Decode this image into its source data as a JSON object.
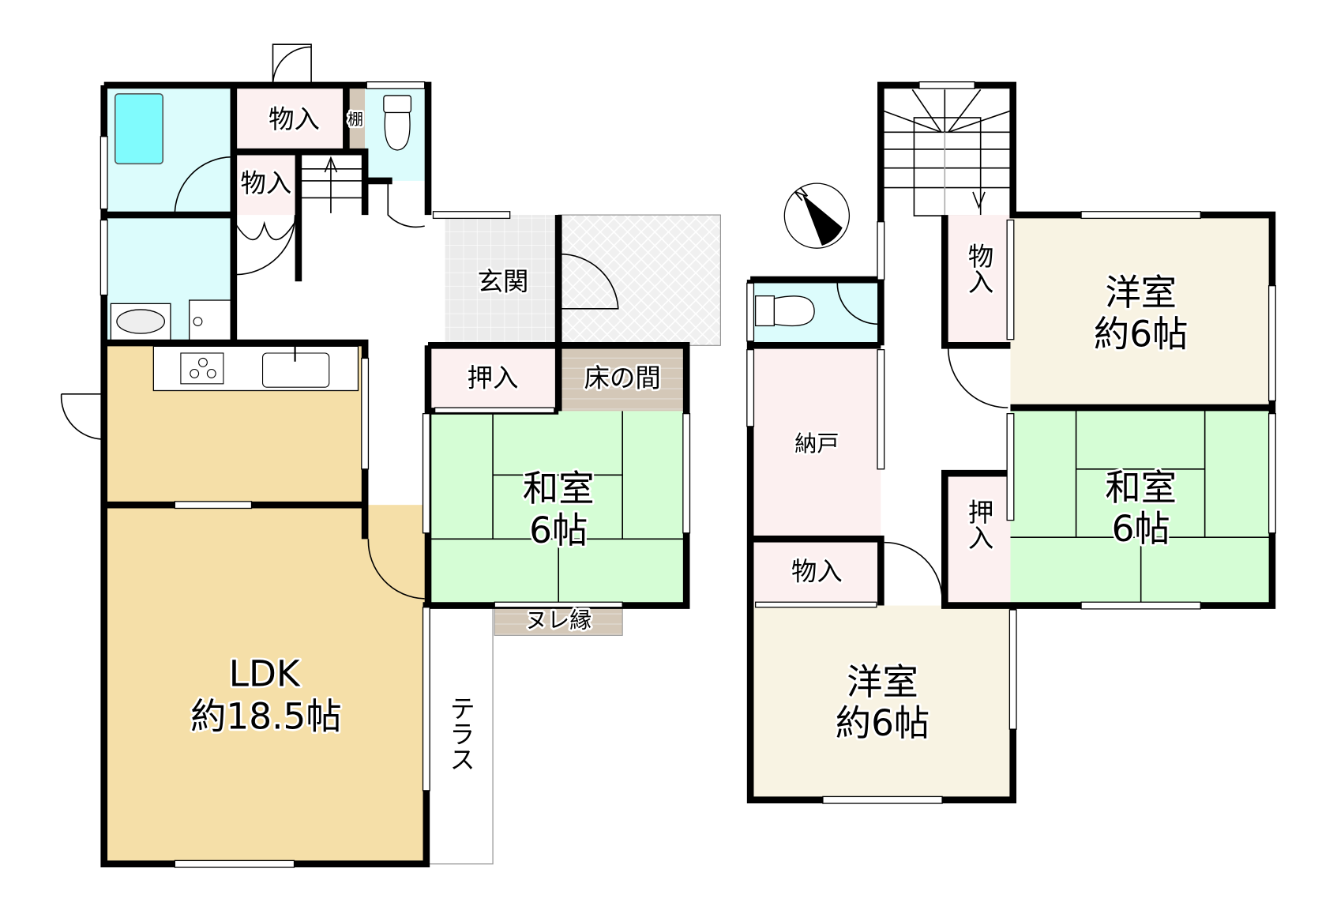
{
  "floor1": {
    "storage_top": "物入",
    "shelf": "棚",
    "storage_mid": "物入",
    "entrance": "玄関",
    "closet": "押入",
    "tokonoma": "床の間",
    "washitsu_name": "和室",
    "washitsu_size": "6帖",
    "veranda": "ヌレ縁",
    "ldk_name": "LDK",
    "ldk_size": "約18.5帖",
    "terrace": "テラス"
  },
  "floor2": {
    "storage_right": "物入",
    "yoshitsu_top_name": "洋室",
    "yoshitsu_top_size": "約6帖",
    "nando": "納戸",
    "washitsu_name": "和室",
    "washitsu_size": "6帖",
    "closet": "押入",
    "storage_left": "物入",
    "yoshitsu_bottom_name": "洋室",
    "yoshitsu_bottom_size": "約6帖"
  },
  "compass": {
    "label": "N"
  },
  "colors": {
    "bath": "#dcfcfc",
    "tub": "#80fbfd",
    "storage": "#fcf0f0",
    "ldk": "#f5dfa8",
    "tatami": "#d5fdd5",
    "western": "#f8f3e3",
    "tokonoma": "#d4c8b8",
    "entrance": "#ebebeb"
  }
}
